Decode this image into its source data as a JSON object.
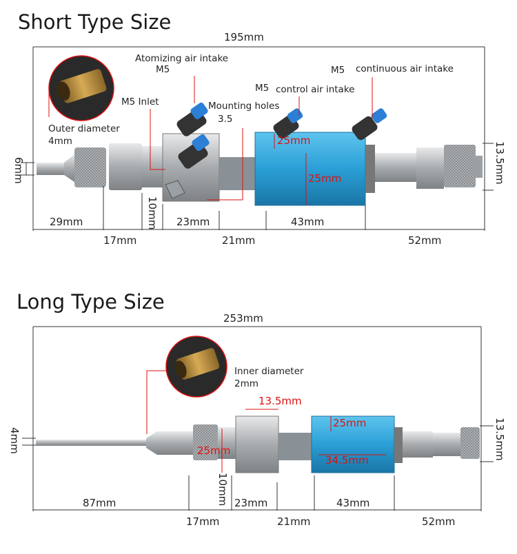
{
  "short": {
    "title": "Short Type Size",
    "total": "195mm",
    "labels": {
      "atomizing": "Atomizing air intake",
      "atomizing_m5": "M5",
      "continuous_m5": "M5",
      "continuous": "continuous air intake",
      "control_m5": "M5",
      "control": "control air intake",
      "inlet": "M5 Inlet",
      "mounting": "Mounting holes",
      "mounting_val": "3.5",
      "outer": "Outer diameter",
      "outer_val": "4mm"
    },
    "dims": {
      "d6": "6mm",
      "d135": "13.5mm",
      "d25top": "25mm",
      "d25side": "25mm",
      "d10": "10mm",
      "d29": "29mm",
      "d17": "17mm",
      "d23": "23mm",
      "d21": "21mm",
      "d43": "43mm",
      "d52": "52mm"
    }
  },
  "long": {
    "title": "Long Type Size",
    "total": "253mm",
    "labels": {
      "inner": "Inner diameter",
      "inner_val": "2mm"
    },
    "dims": {
      "d4": "4mm",
      "d135": "13.5mm",
      "d135red": "13.5mm",
      "d25top": "25mm",
      "d25left": "25mm",
      "d345": "34.5mm",
      "d10": "10mm",
      "d87": "87mm",
      "d17": "17mm",
      "d23": "23mm",
      "d21": "21mm",
      "d43": "43mm",
      "d52": "52mm"
    }
  },
  "colors": {
    "accent_red": "#d11",
    "valve_blue": "#2ea3d8",
    "steel": "#b9bcbf",
    "fitting_blue": "#2b7fd4"
  }
}
